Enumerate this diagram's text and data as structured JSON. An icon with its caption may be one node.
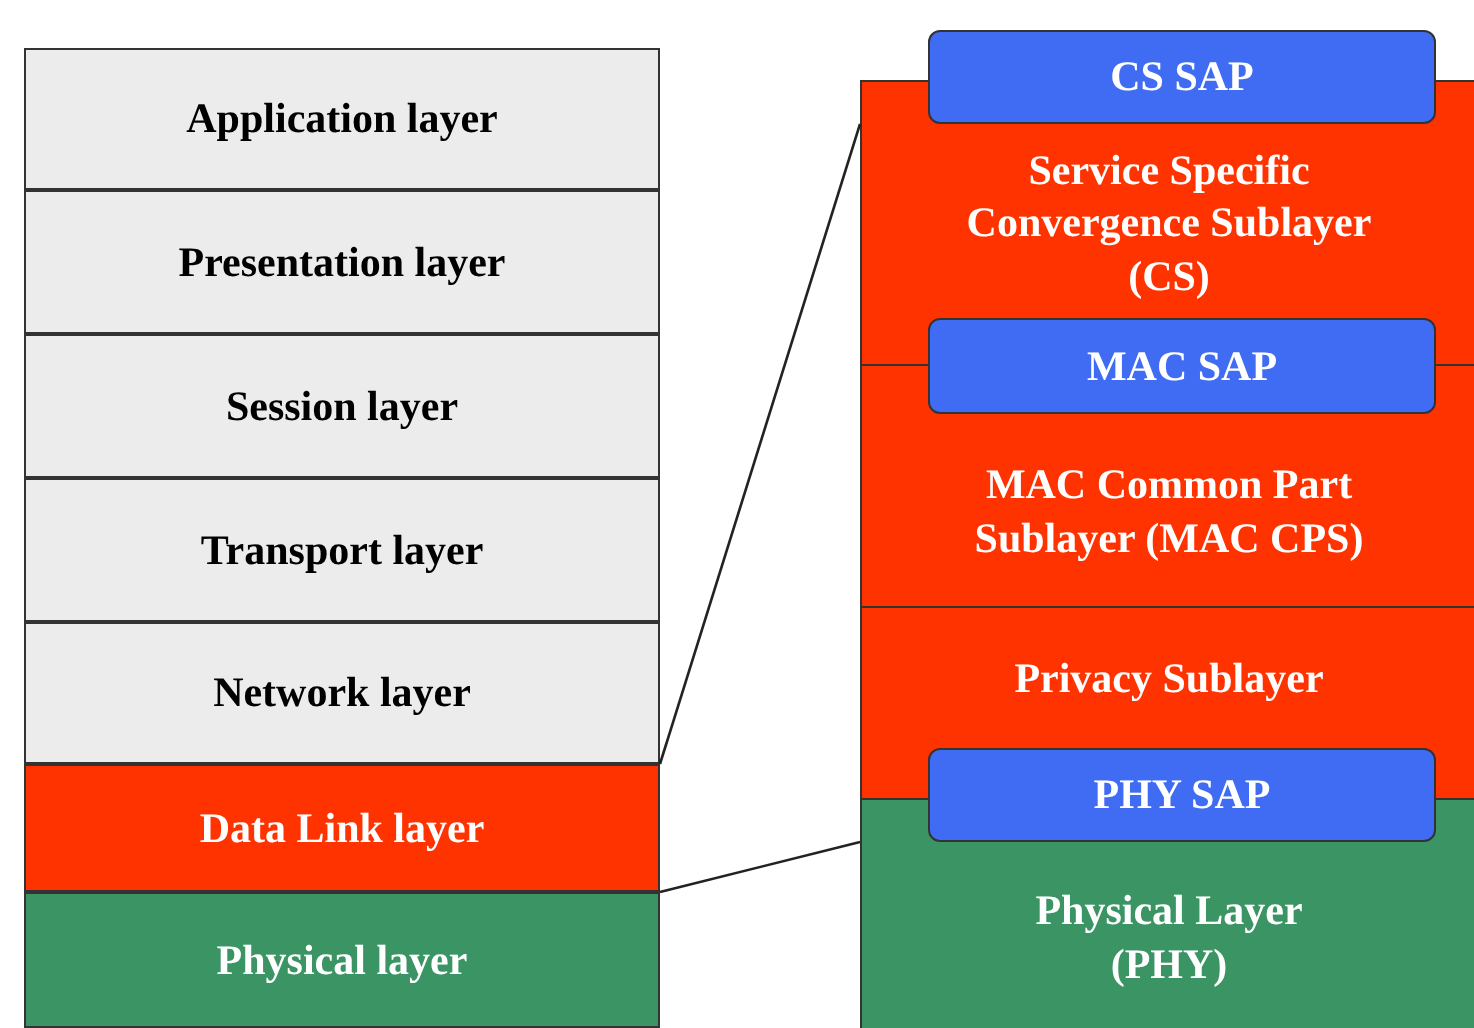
{
  "diagram": {
    "nodes": [
      {
        "text": [
          "Application layer"
        ]
      },
      {
        "text": [
          "Presentation layer"
        ]
      },
      {
        "text": [
          "Session layer"
        ]
      },
      {
        "text": [
          "Transport layer"
        ]
      },
      {
        "text": [
          "Network layer"
        ]
      },
      {
        "text": [
          "Data Link layer"
        ]
      },
      {
        "text": [
          "Physical layer"
        ]
      },
      {
        "text": [
          "CS SAP"
        ]
      },
      {
        "text": [
          "Service Specific Convergence Sublayer (CS)"
        ]
      },
      {
        "text": [
          "MAC SAP"
        ]
      },
      {
        "text": [
          "MAC Common Part Sublayer (MAC CPS)"
        ]
      },
      {
        "text": [
          "Privacy Sublayer"
        ]
      },
      {
        "text": [
          "PHY SAP"
        ]
      },
      {
        "text": [
          "Physical Layer (PHY)"
        ]
      }
    ],
    "edges": [
      {
        "from": 5,
        "to": 8,
        "arrow": "none"
      },
      {
        "from": 5,
        "to": 13,
        "arrow": "none"
      }
    ]
  }
}
